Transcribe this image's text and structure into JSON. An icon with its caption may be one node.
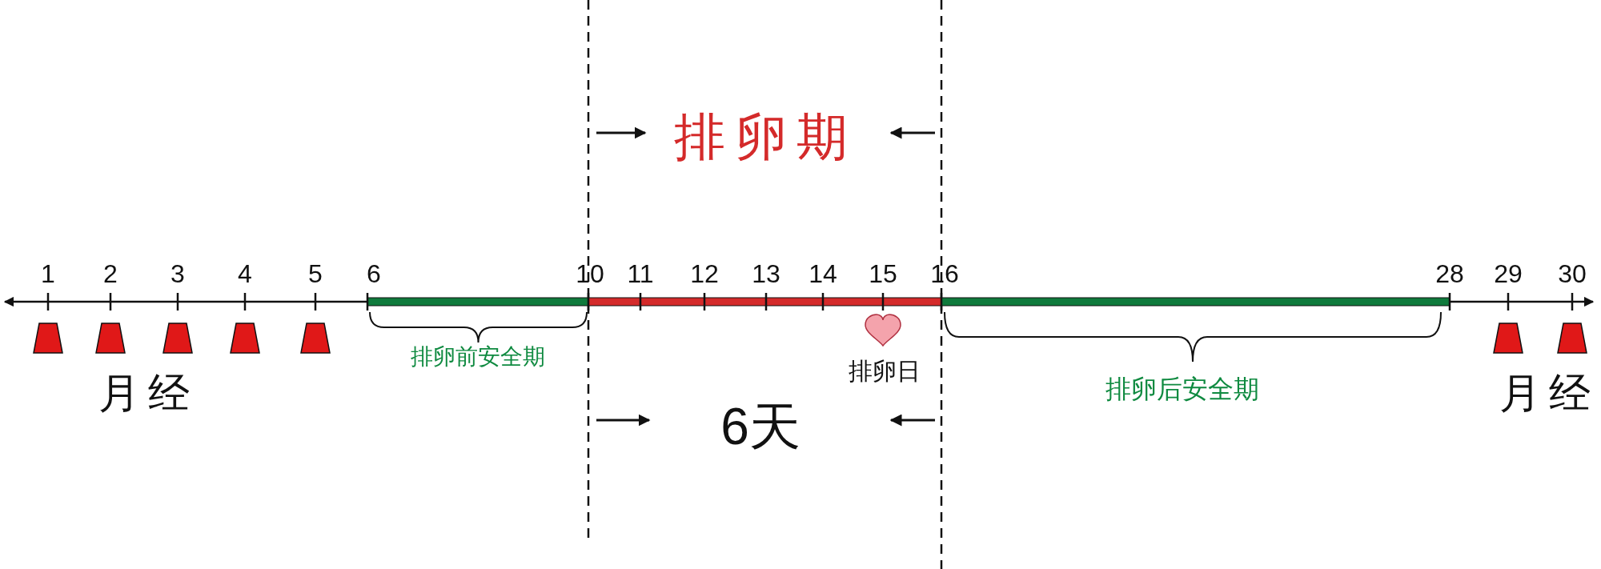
{
  "diagram": {
    "labels": [
      "排卵期",
      "1",
      "2",
      "3",
      "4",
      "5",
      "6",
      "10",
      "11",
      "12",
      "13",
      "14",
      "15",
      "16",
      "28",
      "29",
      "30",
      "排卵前安全期",
      "排卵日",
      "排卵后安全期",
      "月经",
      "6天",
      "月经"
    ]
  }
}
